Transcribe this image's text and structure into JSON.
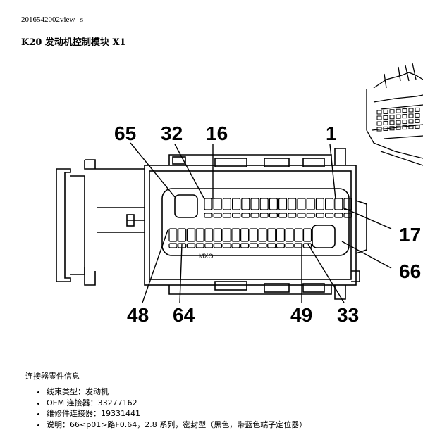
{
  "header": {
    "doc_id": "2016542002view--s",
    "title": "K20 发动机控制模块 X1"
  },
  "figure": {
    "pin_labels": {
      "p65": "65",
      "p32": "32",
      "p16": "16",
      "p1": "1",
      "p17": "17",
      "p66": "66",
      "p48": "48",
      "p64": "64",
      "p49": "49",
      "p33": "33"
    }
  },
  "connector_info": {
    "heading": "连接器零件信息",
    "items": [
      "线束类型：发动机",
      "OEM 连接器：33277162",
      "维修件连接器：19331441",
      "说明：66<p01>路F0.64，2.8 系列，密封型（黑色，带蓝色端子定位器）"
    ]
  }
}
